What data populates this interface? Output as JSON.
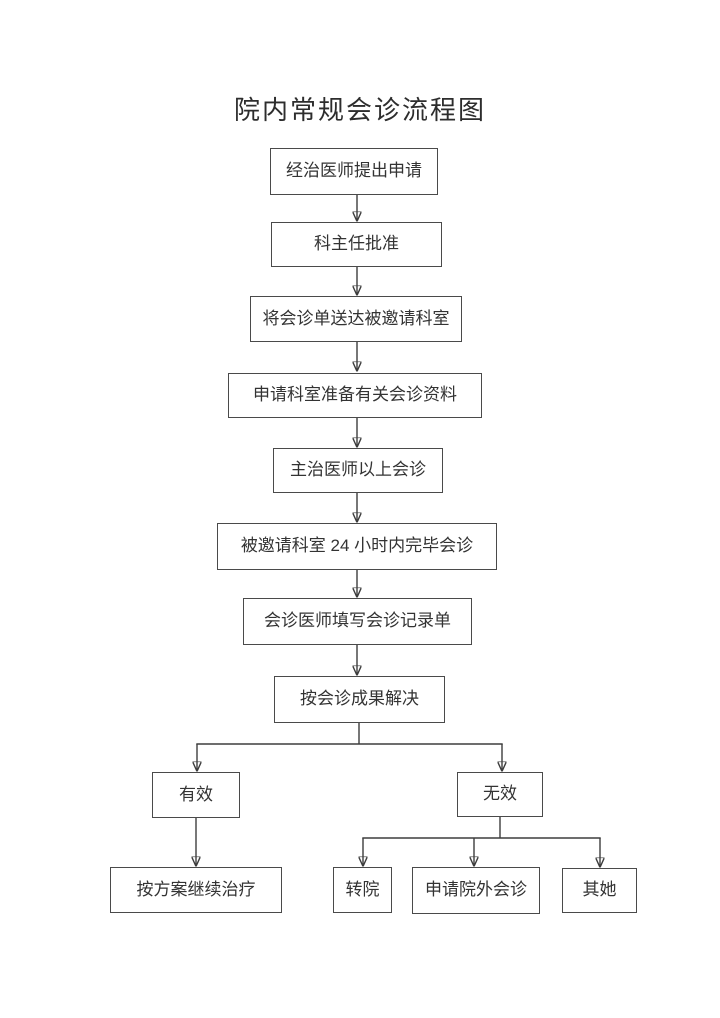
{
  "page": {
    "title": "院内常规会诊流程图",
    "background_color": "#ffffff"
  },
  "colors": {
    "box_border": "#4a4a4a",
    "connector": "#3d3d3d",
    "text": "#333333",
    "title_text": "#2d2d2d"
  },
  "flowchart": {
    "nodes": [
      {
        "id": "request",
        "label": "经治医师提出申请"
      },
      {
        "id": "approval",
        "label": "科主任批准"
      },
      {
        "id": "deliver-form",
        "label": "将会诊单送达被邀请科室"
      },
      {
        "id": "prepare-materials",
        "label": "申请科室准备有关会诊资料"
      },
      {
        "id": "attending-consult",
        "label": "主治医师以上会诊"
      },
      {
        "id": "complete-24h",
        "label": "被邀请科室 24 小时内完毕会诊"
      },
      {
        "id": "fill-record",
        "label": "会诊医师填写会诊记录单"
      },
      {
        "id": "resolve-by-result",
        "label": "按会诊成果解决"
      },
      {
        "id": "effective",
        "label": "有效"
      },
      {
        "id": "continue-treatment",
        "label": "按方案继续治疗"
      },
      {
        "id": "ineffective",
        "label": "无效"
      },
      {
        "id": "transfer-hospital",
        "label": "转院"
      },
      {
        "id": "external-consult",
        "label": "申请院外会诊"
      },
      {
        "id": "other",
        "label": "其她"
      }
    ],
    "edges": [
      {
        "from": "request",
        "to": "approval"
      },
      {
        "from": "approval",
        "to": "deliver-form"
      },
      {
        "from": "deliver-form",
        "to": "prepare-materials"
      },
      {
        "from": "prepare-materials",
        "to": "attending-consult"
      },
      {
        "from": "attending-consult",
        "to": "complete-24h"
      },
      {
        "from": "complete-24h",
        "to": "fill-record"
      },
      {
        "from": "fill-record",
        "to": "resolve-by-result"
      },
      {
        "from": "resolve-by-result",
        "to": "effective"
      },
      {
        "from": "resolve-by-result",
        "to": "ineffective"
      },
      {
        "from": "effective",
        "to": "continue-treatment"
      },
      {
        "from": "ineffective",
        "to": "transfer-hospital"
      },
      {
        "from": "ineffective",
        "to": "external-consult"
      },
      {
        "from": "ineffective",
        "to": "other"
      }
    ]
  }
}
